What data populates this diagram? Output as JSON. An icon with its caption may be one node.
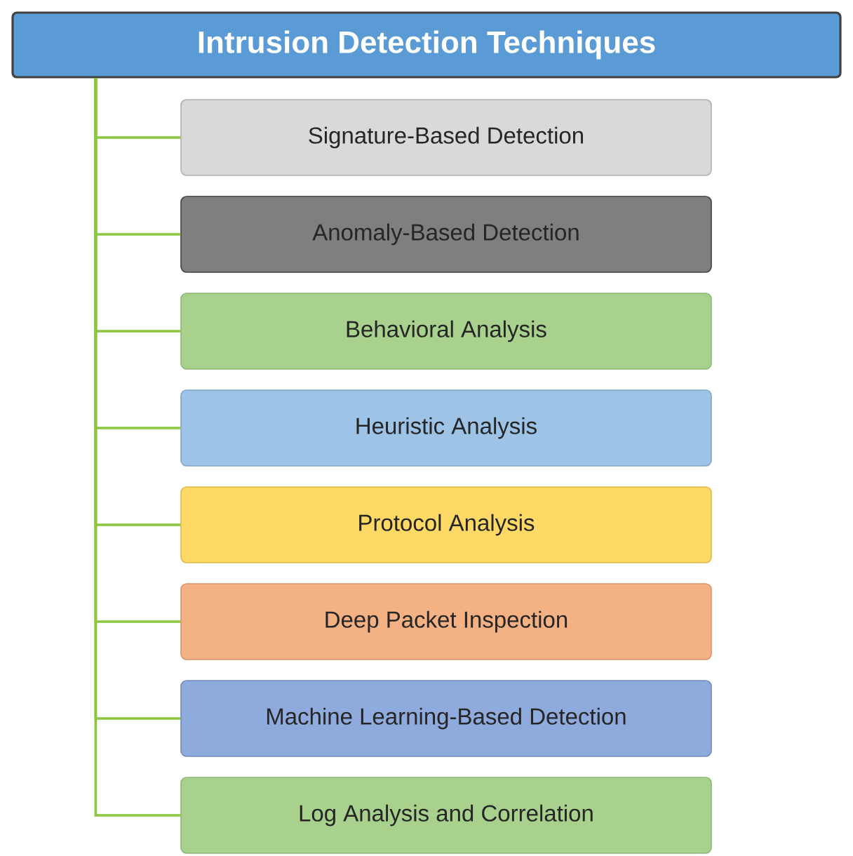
{
  "diagram": {
    "nodes": [
      {
        "text": [
          "Intrusion Detection Techniques"
        ]
      },
      {
        "text": [
          "Signature-Based Detection"
        ]
      },
      {
        "text": [
          "Anomaly-Based Detection"
        ]
      },
      {
        "text": [
          "Behavioral Analysis"
        ]
      },
      {
        "text": [
          "Heuristic Analysis"
        ]
      },
      {
        "text": [
          "Protocol Analysis"
        ]
      },
      {
        "text": [
          "Deep Packet Inspection"
        ]
      },
      {
        "text": [
          "Machine Learning-Based Detection"
        ]
      },
      {
        "text": [
          "Log Analysis and Correlation"
        ]
      }
    ],
    "edges": [
      {
        "from": 0,
        "to": 1,
        "arrow": "none"
      },
      {
        "from": 0,
        "to": 2,
        "arrow": "none"
      },
      {
        "from": 0,
        "to": 3,
        "arrow": "none"
      },
      {
        "from": 0,
        "to": 4,
        "arrow": "none"
      },
      {
        "from": 0,
        "to": 5,
        "arrow": "none"
      },
      {
        "from": 0,
        "to": 6,
        "arrow": "none"
      },
      {
        "from": 0,
        "to": 7,
        "arrow": "none"
      },
      {
        "from": 0,
        "to": 8,
        "arrow": "none"
      }
    ]
  }
}
